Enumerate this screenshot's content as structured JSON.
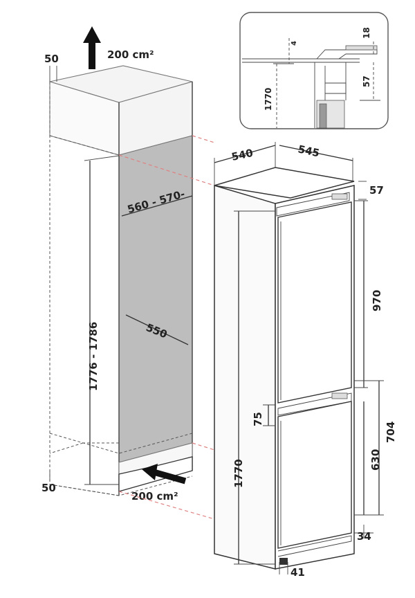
{
  "diagram": {
    "ventilation": {
      "top_label": "200 cm²",
      "bottom_label": "200 cm²"
    },
    "cabinet": {
      "top_gap": "50",
      "bottom_gap": "50",
      "niche_height": "1776 - 1786",
      "niche_width": "560 - 570-",
      "niche_depth": "550"
    },
    "appliance": {
      "width": "540",
      "depth": "545",
      "top_offset": "57",
      "upper_door": "970",
      "door_gap": "75",
      "lower_door_total": "704",
      "lower_door": "630",
      "height": "1770",
      "bottom_offset": "34",
      "foot": "41"
    },
    "detail": {
      "gap_top": "18",
      "gap_small": "4",
      "height": "1770",
      "offset": "57"
    }
  }
}
